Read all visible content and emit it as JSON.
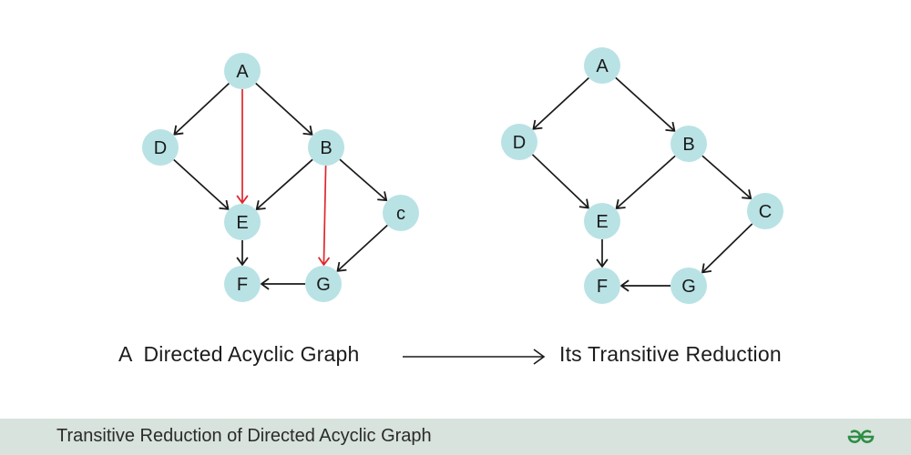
{
  "colors": {
    "node_fill": "#b9e2e5",
    "edge": "#1a1a1a",
    "removed_edge": "#e0262b",
    "footer_bg": "#d7e3dc",
    "logo": "#2f8d46"
  },
  "graphs": [
    {
      "id": "dag",
      "nodes": [
        {
          "id": "A",
          "label": "A"
        },
        {
          "id": "D",
          "label": "D"
        },
        {
          "id": "B",
          "label": "B"
        },
        {
          "id": "E",
          "label": "E"
        },
        {
          "id": "C",
          "label": "c"
        },
        {
          "id": "F",
          "label": "F"
        },
        {
          "id": "G",
          "label": "G"
        }
      ],
      "edges": [
        {
          "from": "A",
          "to": "D",
          "removed": false
        },
        {
          "from": "A",
          "to": "B",
          "removed": false
        },
        {
          "from": "A",
          "to": "E",
          "removed": true
        },
        {
          "from": "D",
          "to": "E",
          "removed": false
        },
        {
          "from": "B",
          "to": "E",
          "removed": false
        },
        {
          "from": "B",
          "to": "G",
          "removed": true
        },
        {
          "from": "B",
          "to": "C",
          "removed": false
        },
        {
          "from": "E",
          "to": "F",
          "removed": false
        },
        {
          "from": "C",
          "to": "G",
          "removed": false
        },
        {
          "from": "G",
          "to": "F",
          "removed": false
        }
      ]
    },
    {
      "id": "reduction",
      "nodes": [
        {
          "id": "A",
          "label": "A"
        },
        {
          "id": "D",
          "label": "D"
        },
        {
          "id": "B",
          "label": "B"
        },
        {
          "id": "E",
          "label": "E"
        },
        {
          "id": "C",
          "label": "C"
        },
        {
          "id": "F",
          "label": "F"
        },
        {
          "id": "G",
          "label": "G"
        }
      ],
      "edges": [
        {
          "from": "A",
          "to": "D",
          "removed": false
        },
        {
          "from": "A",
          "to": "B",
          "removed": false
        },
        {
          "from": "D",
          "to": "E",
          "removed": false
        },
        {
          "from": "B",
          "to": "E",
          "removed": false
        },
        {
          "from": "B",
          "to": "C",
          "removed": false
        },
        {
          "from": "E",
          "to": "F",
          "removed": false
        },
        {
          "from": "C",
          "to": "G",
          "removed": false
        },
        {
          "from": "G",
          "to": "F",
          "removed": false
        }
      ]
    }
  ],
  "captions": {
    "left": "A  Directed Acyclic Graph",
    "right": "Its Transitive Reduction"
  },
  "footer": {
    "title": "Transitive Reduction of Directed Acyclic Graph",
    "logo": "geeksforgeeks-logo"
  }
}
